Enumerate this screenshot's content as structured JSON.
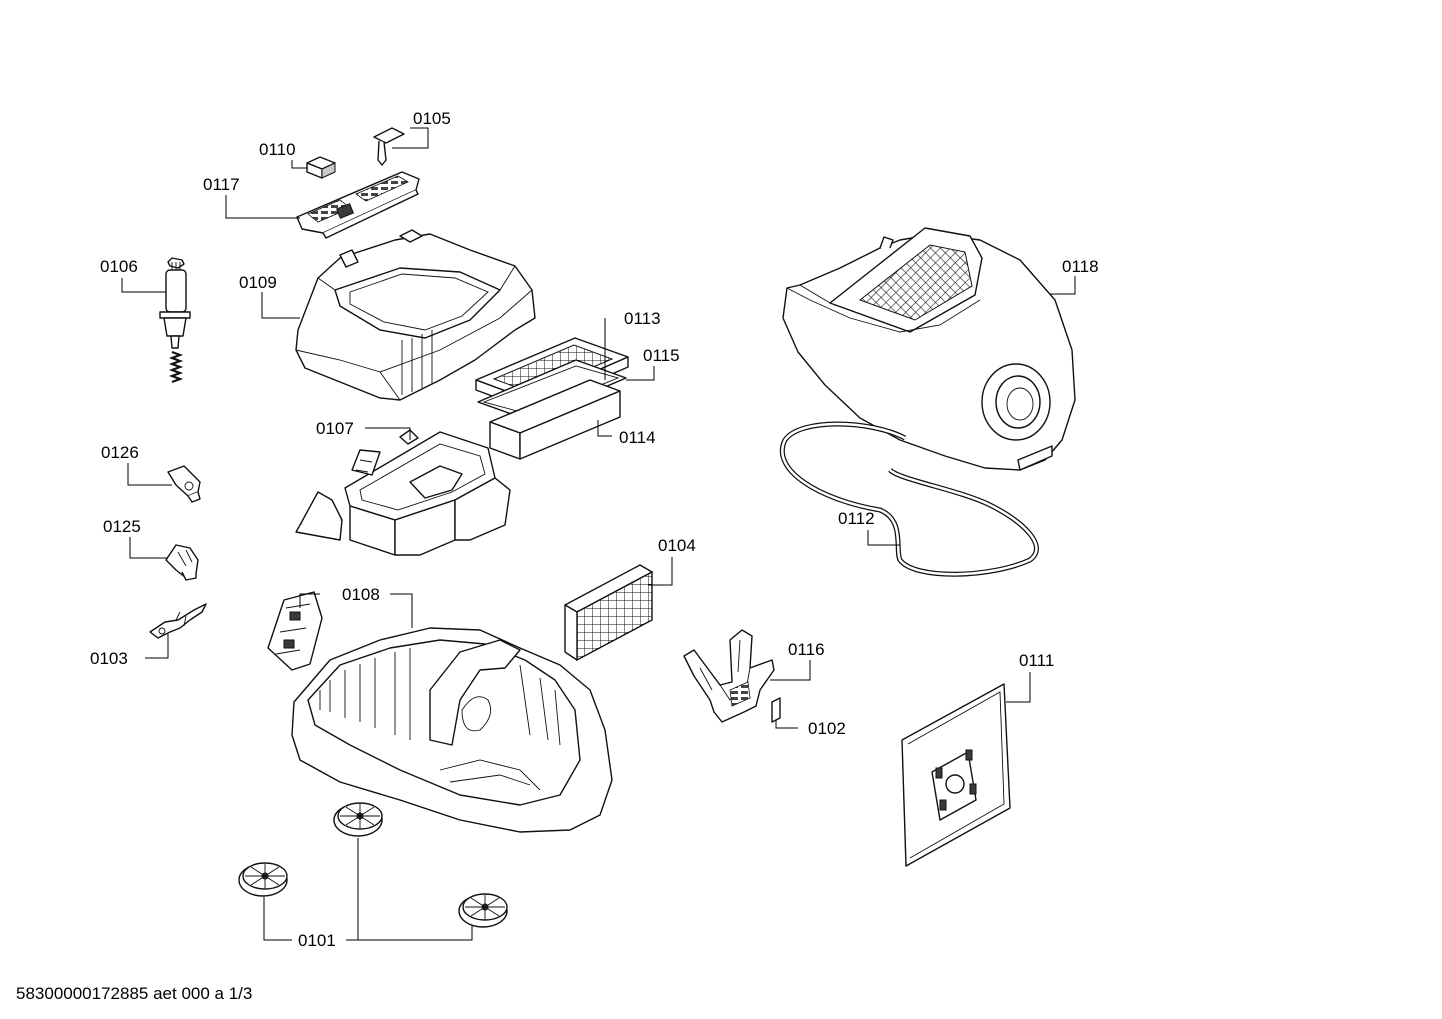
{
  "labels": {
    "p0101": "0101",
    "p0102": "0102",
    "p0103": "0103",
    "p0104": "0104",
    "p0105": "0105",
    "p0106": "0106",
    "p0107": "0107",
    "p0108": "0108",
    "p0109": "0109",
    "p0110": "0110",
    "p0111": "0111",
    "p0112": "0112",
    "p0113": "0113",
    "p0114": "0114",
    "p0115": "0115",
    "p0116": "0116",
    "p0117": "0117",
    "p0118": "0118",
    "p0125": "0125",
    "p0126": "0126"
  },
  "footer": {
    "document_id": "58300000172885 aet 000 a 1/3"
  }
}
